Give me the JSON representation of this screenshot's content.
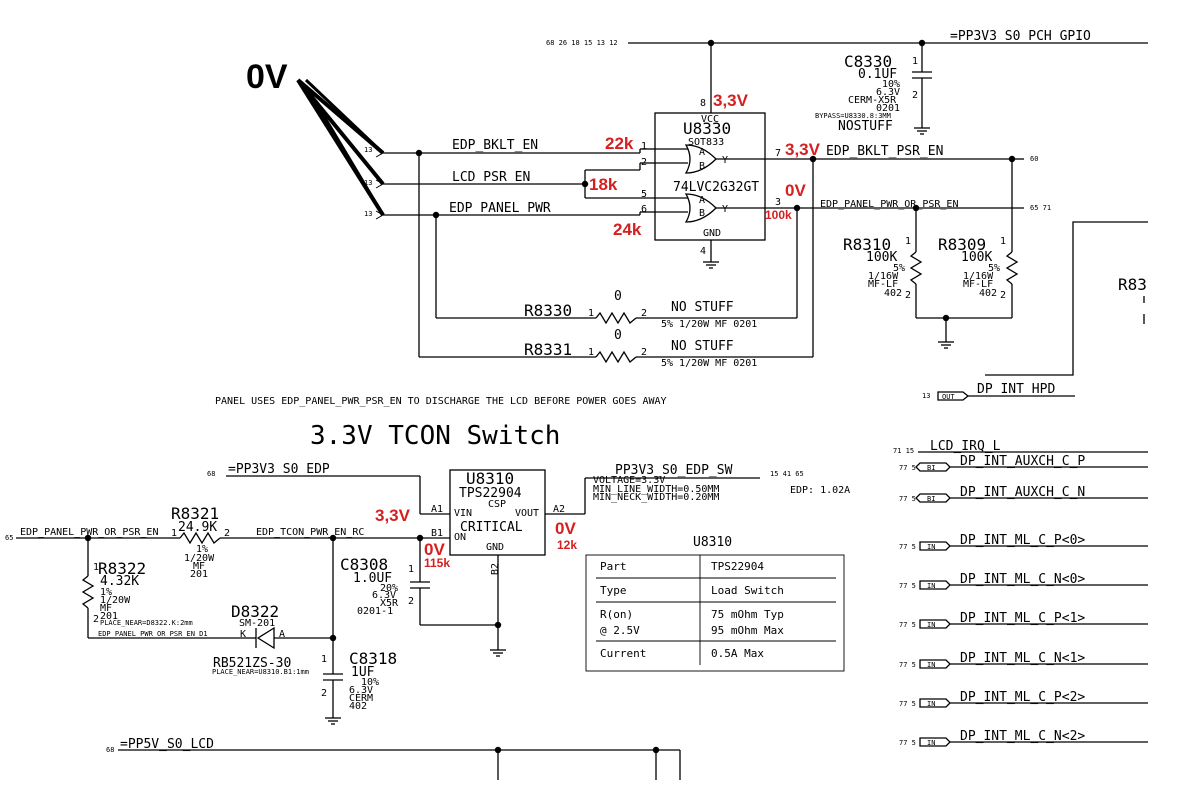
{
  "nets": {
    "pp3v3_pch_gpio": "=PP3V3_S0_PCH_GPIO",
    "pch_gpio_refs": "68 26 18 15 13 12",
    "edp_bklt_en": "EDP_BKLT_EN",
    "lcd_psr_en": "LCD_PSR_EN",
    "edp_panel_pwr": "EDP_PANEL_PWR",
    "edp_bklt_psr_en": "EDP_BKLT_PSR_EN",
    "edp_panel_pwr_or_psr_en": "EDP_PANEL_PWR_OR_PSR_EN",
    "dp_int_hpd": "DP_INT_HPD",
    "pp3v3_edp": "=PP3V3_S0_EDP",
    "pp3v3_edp_sw": "PP3V3_S0_EDP_SW",
    "edp_tcon_pwr_en_rc": "EDP_TCON_PWR_EN_RC",
    "edp_panel_pwr_or_psr_en_d1": "EDP_PANEL_PWR_OR_PSR_EN_D1",
    "pp5v_lcd": "=PP5V_S0_LCD",
    "lcd_irq_l": "LCD_IRQ_L"
  },
  "pageRefs": {
    "r13a": "13",
    "r13b": "13",
    "r13c": "13",
    "r60": "60",
    "r6571": "65 71",
    "r13d": "13",
    "r68a": "68",
    "r68b": "68",
    "r65": "65",
    "r15": "15 41 65",
    "r7115": "71 15"
  },
  "u8330": {
    "ref": "U8330",
    "pkg": "SOT833",
    "part": "74LVC2G32GT",
    "vcc": "VCC",
    "gnd": "GND",
    "pinA": "A",
    "pinB": "B",
    "pinY": "Y",
    "pinA2": "A",
    "pinB2": "B",
    "pinY2": "Y",
    "p1": "1",
    "p2": "2",
    "p5": "5",
    "p6": "6",
    "p7": "7",
    "p3": "3",
    "p8": "8",
    "p4": "4"
  },
  "c8330": {
    "ref": "C8330",
    "value": "0.1UF",
    "tol": "10%",
    "volt": "6.3V",
    "diel": "CERM-X5R",
    "size": "0201",
    "note": "BYPASS=U8330.8:3MM",
    "stuff": "NOSTUFF",
    "p1": "1",
    "p2": "2"
  },
  "r8310": {
    "ref": "R8310",
    "value": "100K",
    "tol": "5%",
    "pwr": "1/16W",
    "type": "MF-LF",
    "size": "402",
    "p1": "1",
    "p2": "2"
  },
  "r8309": {
    "ref": "R8309",
    "value": "100K",
    "tol": "5%",
    "pwr": "1/16W",
    "type": "MF-LF",
    "size": "402",
    "p1": "1",
    "p2": "2"
  },
  "r8330": {
    "ref": "R8330",
    "value": "0",
    "stuff": "NO STUFF",
    "spec": "5%  1/20W   MF   0201",
    "p1": "1",
    "p2": "2"
  },
  "r8331": {
    "ref": "R8331",
    "value": "0",
    "stuff": "NO STUFF",
    "spec": "5%  1/20W   MF   0201",
    "p1": "1",
    "p2": "2"
  },
  "note_panel": "PANEL USES EDP_PANEL_PWR_PSR_EN TO DISCHARGE THE LCD BEFORE POWER GOES AWAY",
  "title_tcon": "3.3V TCON Switch",
  "u8310": {
    "ref": "U8310",
    "part": "TPS22904",
    "pkg": "CSP",
    "crit": "CRITICAL",
    "vin": "VIN",
    "on": "ON",
    "vout": "VOUT",
    "gnd": "GND",
    "pA1": "A1",
    "pB1": "B1",
    "pA2": "A2",
    "pB2": "B2"
  },
  "sw_net_props": {
    "l1": "VOLTAGE=3.3V",
    "l2": "MIN_LINE_WIDTH=0.50MM",
    "l3": "MIN_NECK_WIDTH=0.20MM"
  },
  "edp_rev": "EDP: 1.02A",
  "r8321": {
    "ref": "R8321",
    "value": "24.9K",
    "tol": "1%",
    "pwr": "1/20W",
    "type": "MF",
    "size": "201",
    "p1": "1",
    "p2": "2"
  },
  "r8322": {
    "ref": "R8322",
    "value": "4.32K",
    "tol": "1%",
    "pwr": "1/20W",
    "type": "MF",
    "size": "201",
    "place": "PLACE_NEAR=D8322.K:2mm",
    "p1": "1",
    "p2": "2"
  },
  "c8308": {
    "ref": "C8308",
    "value": "1.0UF",
    "tol": "20%",
    "volt": "6.3V",
    "diel": "X5R",
    "size": "0201-1",
    "p1": "1",
    "p2": "2"
  },
  "d8322": {
    "ref": "D8322",
    "pkg": "SM-201",
    "part": "RB521ZS-30",
    "place": "PLACE_NEAR=U8310.B1:1mm",
    "k": "K",
    "a": "A"
  },
  "c8318": {
    "ref": "C8318",
    "value": "1UF",
    "tol": "10%",
    "volt": "6.3V",
    "diel": "CERM",
    "size": "402",
    "p1": "1",
    "p2": "2"
  },
  "table": {
    "title": "U8310",
    "rows": [
      {
        "k": "Part",
        "v": "TPS22904"
      },
      {
        "k": "Type",
        "v": "Load Switch"
      },
      {
        "k": "R(on)",
        "k2": "@ 2.5V",
        "v": "75 mOhm Typ",
        "v2": "95 mOhm Max"
      },
      {
        "k": "Current",
        "v": "0.5A Max"
      }
    ]
  },
  "ports": [
    {
      "num": "13",
      "dir": "OUT",
      "name": "DP_INT_HPD"
    },
    {
      "num": "77 5",
      "dir": "BI",
      "name": "DP_INT_AUXCH_C_P"
    },
    {
      "num": "77 5",
      "dir": "BI",
      "name": "DP_INT_AUXCH_C_N"
    },
    {
      "num": "77 5",
      "dir": "IN",
      "name": "DP_INT_ML_C_P<0>"
    },
    {
      "num": "77 5",
      "dir": "IN",
      "name": "DP_INT_ML_C_N<0>"
    },
    {
      "num": "77 5",
      "dir": "IN",
      "name": "DP_INT_ML_C_P<1>"
    },
    {
      "num": "77 5",
      "dir": "IN",
      "name": "DP_INT_ML_C_N<1>"
    },
    {
      "num": "77 5",
      "dir": "IN",
      "name": "DP_INT_ML_C_P<2>"
    },
    {
      "num": "77 5",
      "dir": "IN",
      "name": "DP_INT_ML_C_N<2>"
    }
  ],
  "partial_ref": "R83",
  "annotations": {
    "zero_big": "0V",
    "v33_vcc": "3,3V",
    "r22k": "22k",
    "r18k": "18k",
    "r24k": "24k",
    "v33_out": "3,3V",
    "v0_out": "0V",
    "r100k": "100k",
    "v33_vin": "3,3V",
    "v0_on": "0V",
    "r115k": "115k",
    "v0_vout": "0V",
    "r12k": "12k"
  }
}
